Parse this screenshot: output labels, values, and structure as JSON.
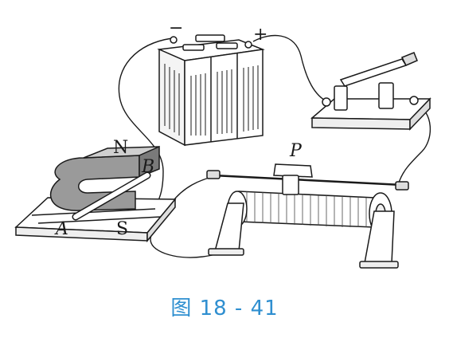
{
  "labels": {
    "battery_negative": "−",
    "battery_positive": "+",
    "north_pole": "N",
    "south_pole": "S",
    "rod_end_a": "A",
    "rod_end_b": "B",
    "slider": "P"
  },
  "caption": "图 18 - 41",
  "colors": {
    "line": "#1a1a1a",
    "caption": "#2f8fd0",
    "shade": "#9a9a9a"
  }
}
